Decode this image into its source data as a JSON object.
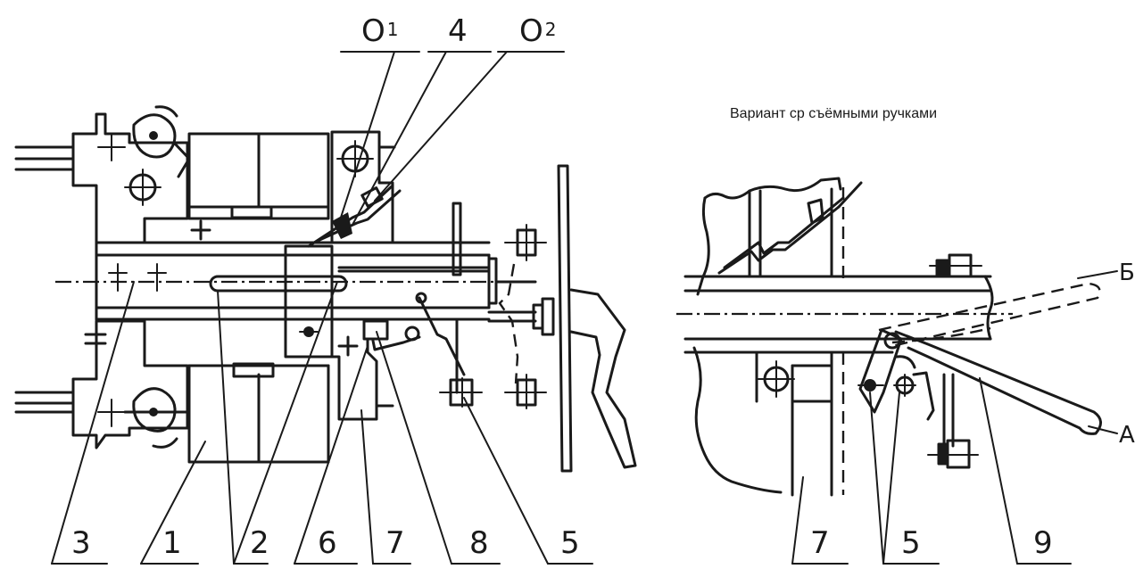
{
  "caption": "Вариант ср съёмными ручками",
  "left_view": {
    "top_callouts": [
      {
        "label": "O",
        "sub": "1"
      },
      {
        "label": "4",
        "sub": ""
      },
      {
        "label": "O",
        "sub": "2"
      }
    ],
    "bottom_callouts": [
      "3",
      "1",
      "2",
      "6",
      "7",
      "8",
      "5"
    ]
  },
  "right_view": {
    "position_labels": [
      "Б",
      "A"
    ],
    "bottom_callouts": [
      "7",
      "5",
      "9"
    ]
  },
  "colors": {
    "ink": "#1a1a1a",
    "paper": "#ffffff"
  }
}
